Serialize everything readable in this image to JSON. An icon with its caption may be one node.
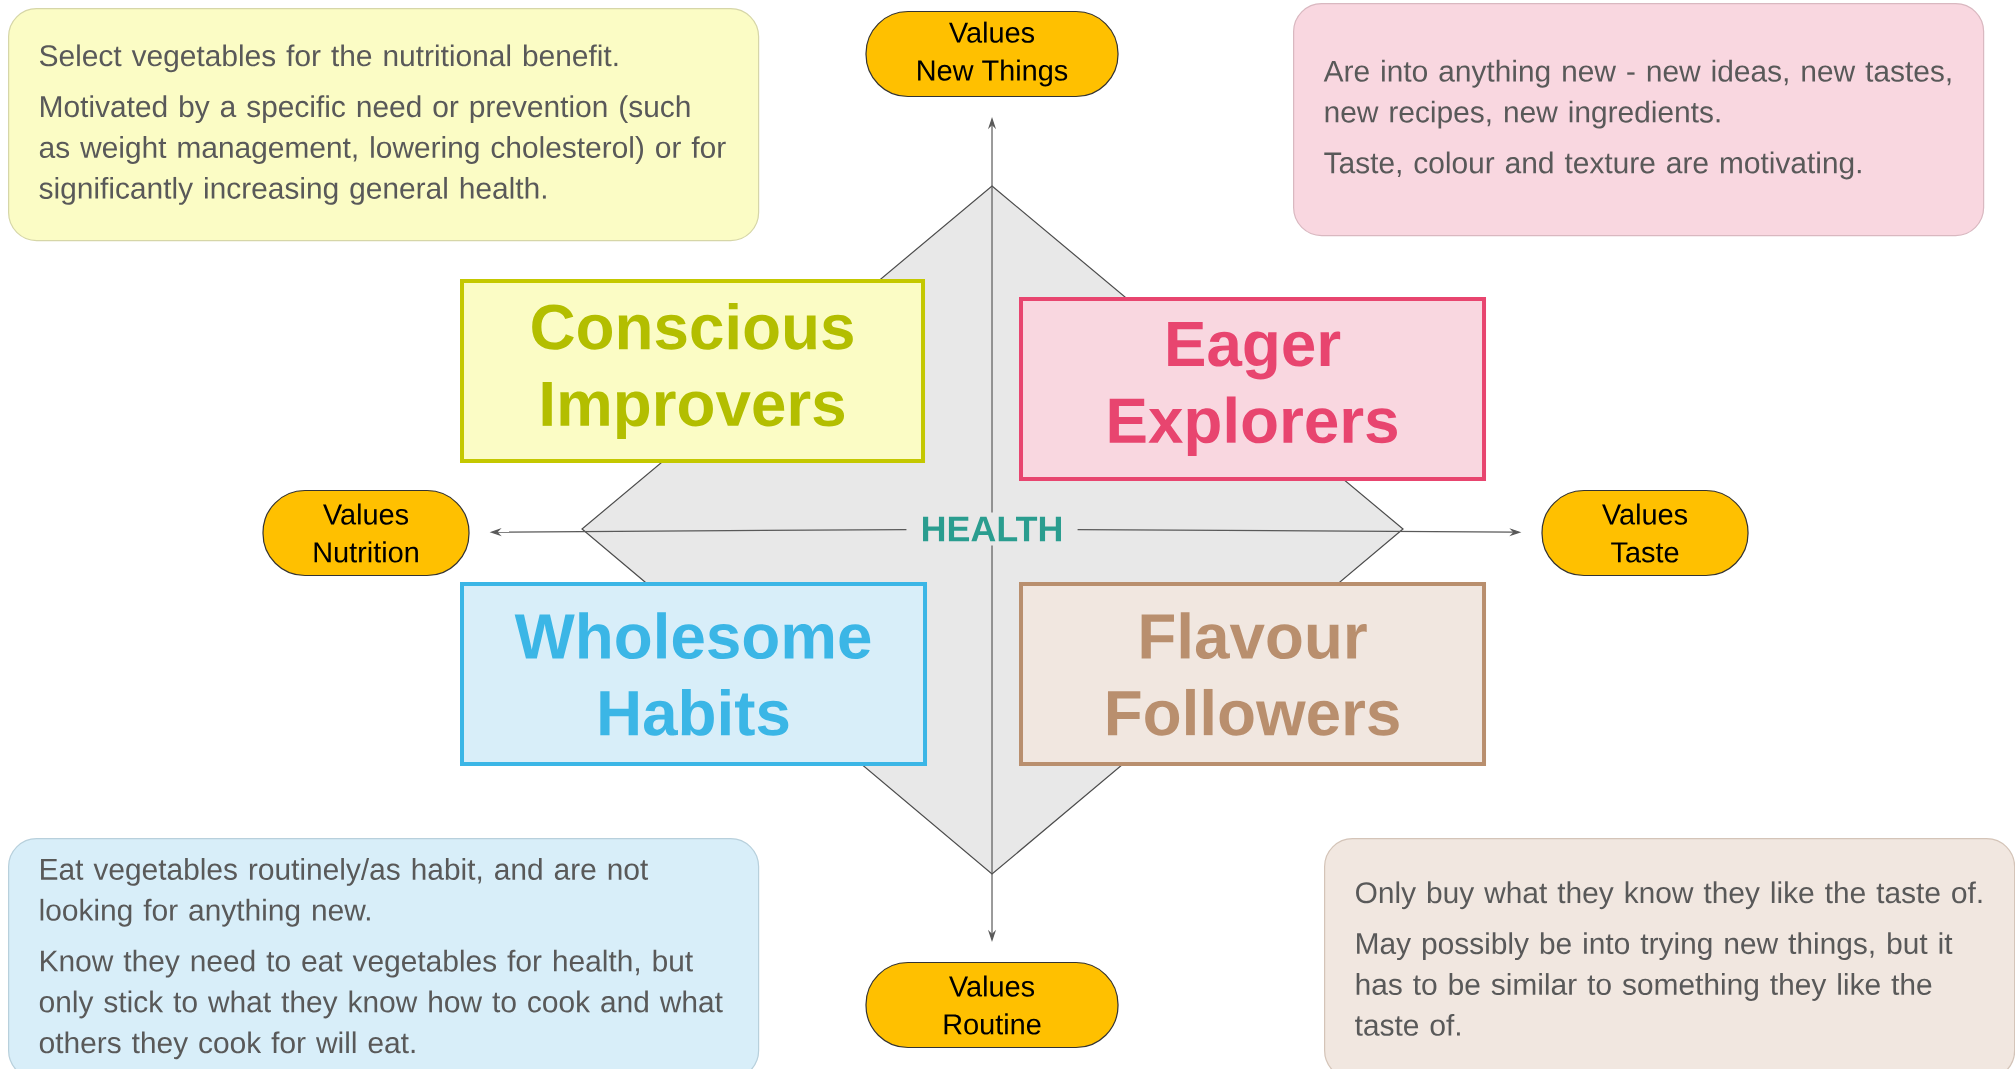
{
  "diagram": {
    "nodes": [
      {
        "text": [
          "Select vegetables for the nutritional benefit.",
          "Motivated by a specific need or prevention (such as weight management, lowering cholesterol) or for significantly increasing general health."
        ]
      },
      {
        "text": [
          "Values",
          "New Things"
        ]
      },
      {
        "text": [
          "Are into anything new - new ideas, new tastes, new recipes, new ingredients.",
          "Taste, colour and texture are motivating."
        ]
      },
      {
        "text": [
          "Conscious Improvers"
        ]
      },
      {
        "text": [
          "Eager Explorers"
        ]
      },
      {
        "text": [
          "Values",
          "Nutrition"
        ]
      },
      {
        "text": [
          "HEALTH"
        ]
      },
      {
        "text": [
          "Values",
          "Taste"
        ]
      },
      {
        "text": [
          "Wholesome Habits"
        ]
      },
      {
        "text": [
          "Flavour Followers"
        ]
      },
      {
        "text": [
          "Eat vegetables routinely/as habit, and are not looking for anything new.",
          "Know they need to eat vegetables for health, but only stick to what they know how to cook and what others they cook for will eat."
        ]
      },
      {
        "text": [
          "Values",
          "Routine"
        ]
      },
      {
        "text": [
          "Only buy what they know they like the taste of.",
          "May possibly be into trying new things, but it has to be similar to something they like the taste of."
        ]
      }
    ],
    "edges": [
      {
        "from": 6,
        "to": 1,
        "arrow": "to"
      },
      {
        "from": 6,
        "to": 5,
        "arrow": "to"
      },
      {
        "from": 6,
        "to": 7,
        "arrow": "to"
      },
      {
        "from": 6,
        "to": 11,
        "arrow": "to"
      }
    ]
  }
}
